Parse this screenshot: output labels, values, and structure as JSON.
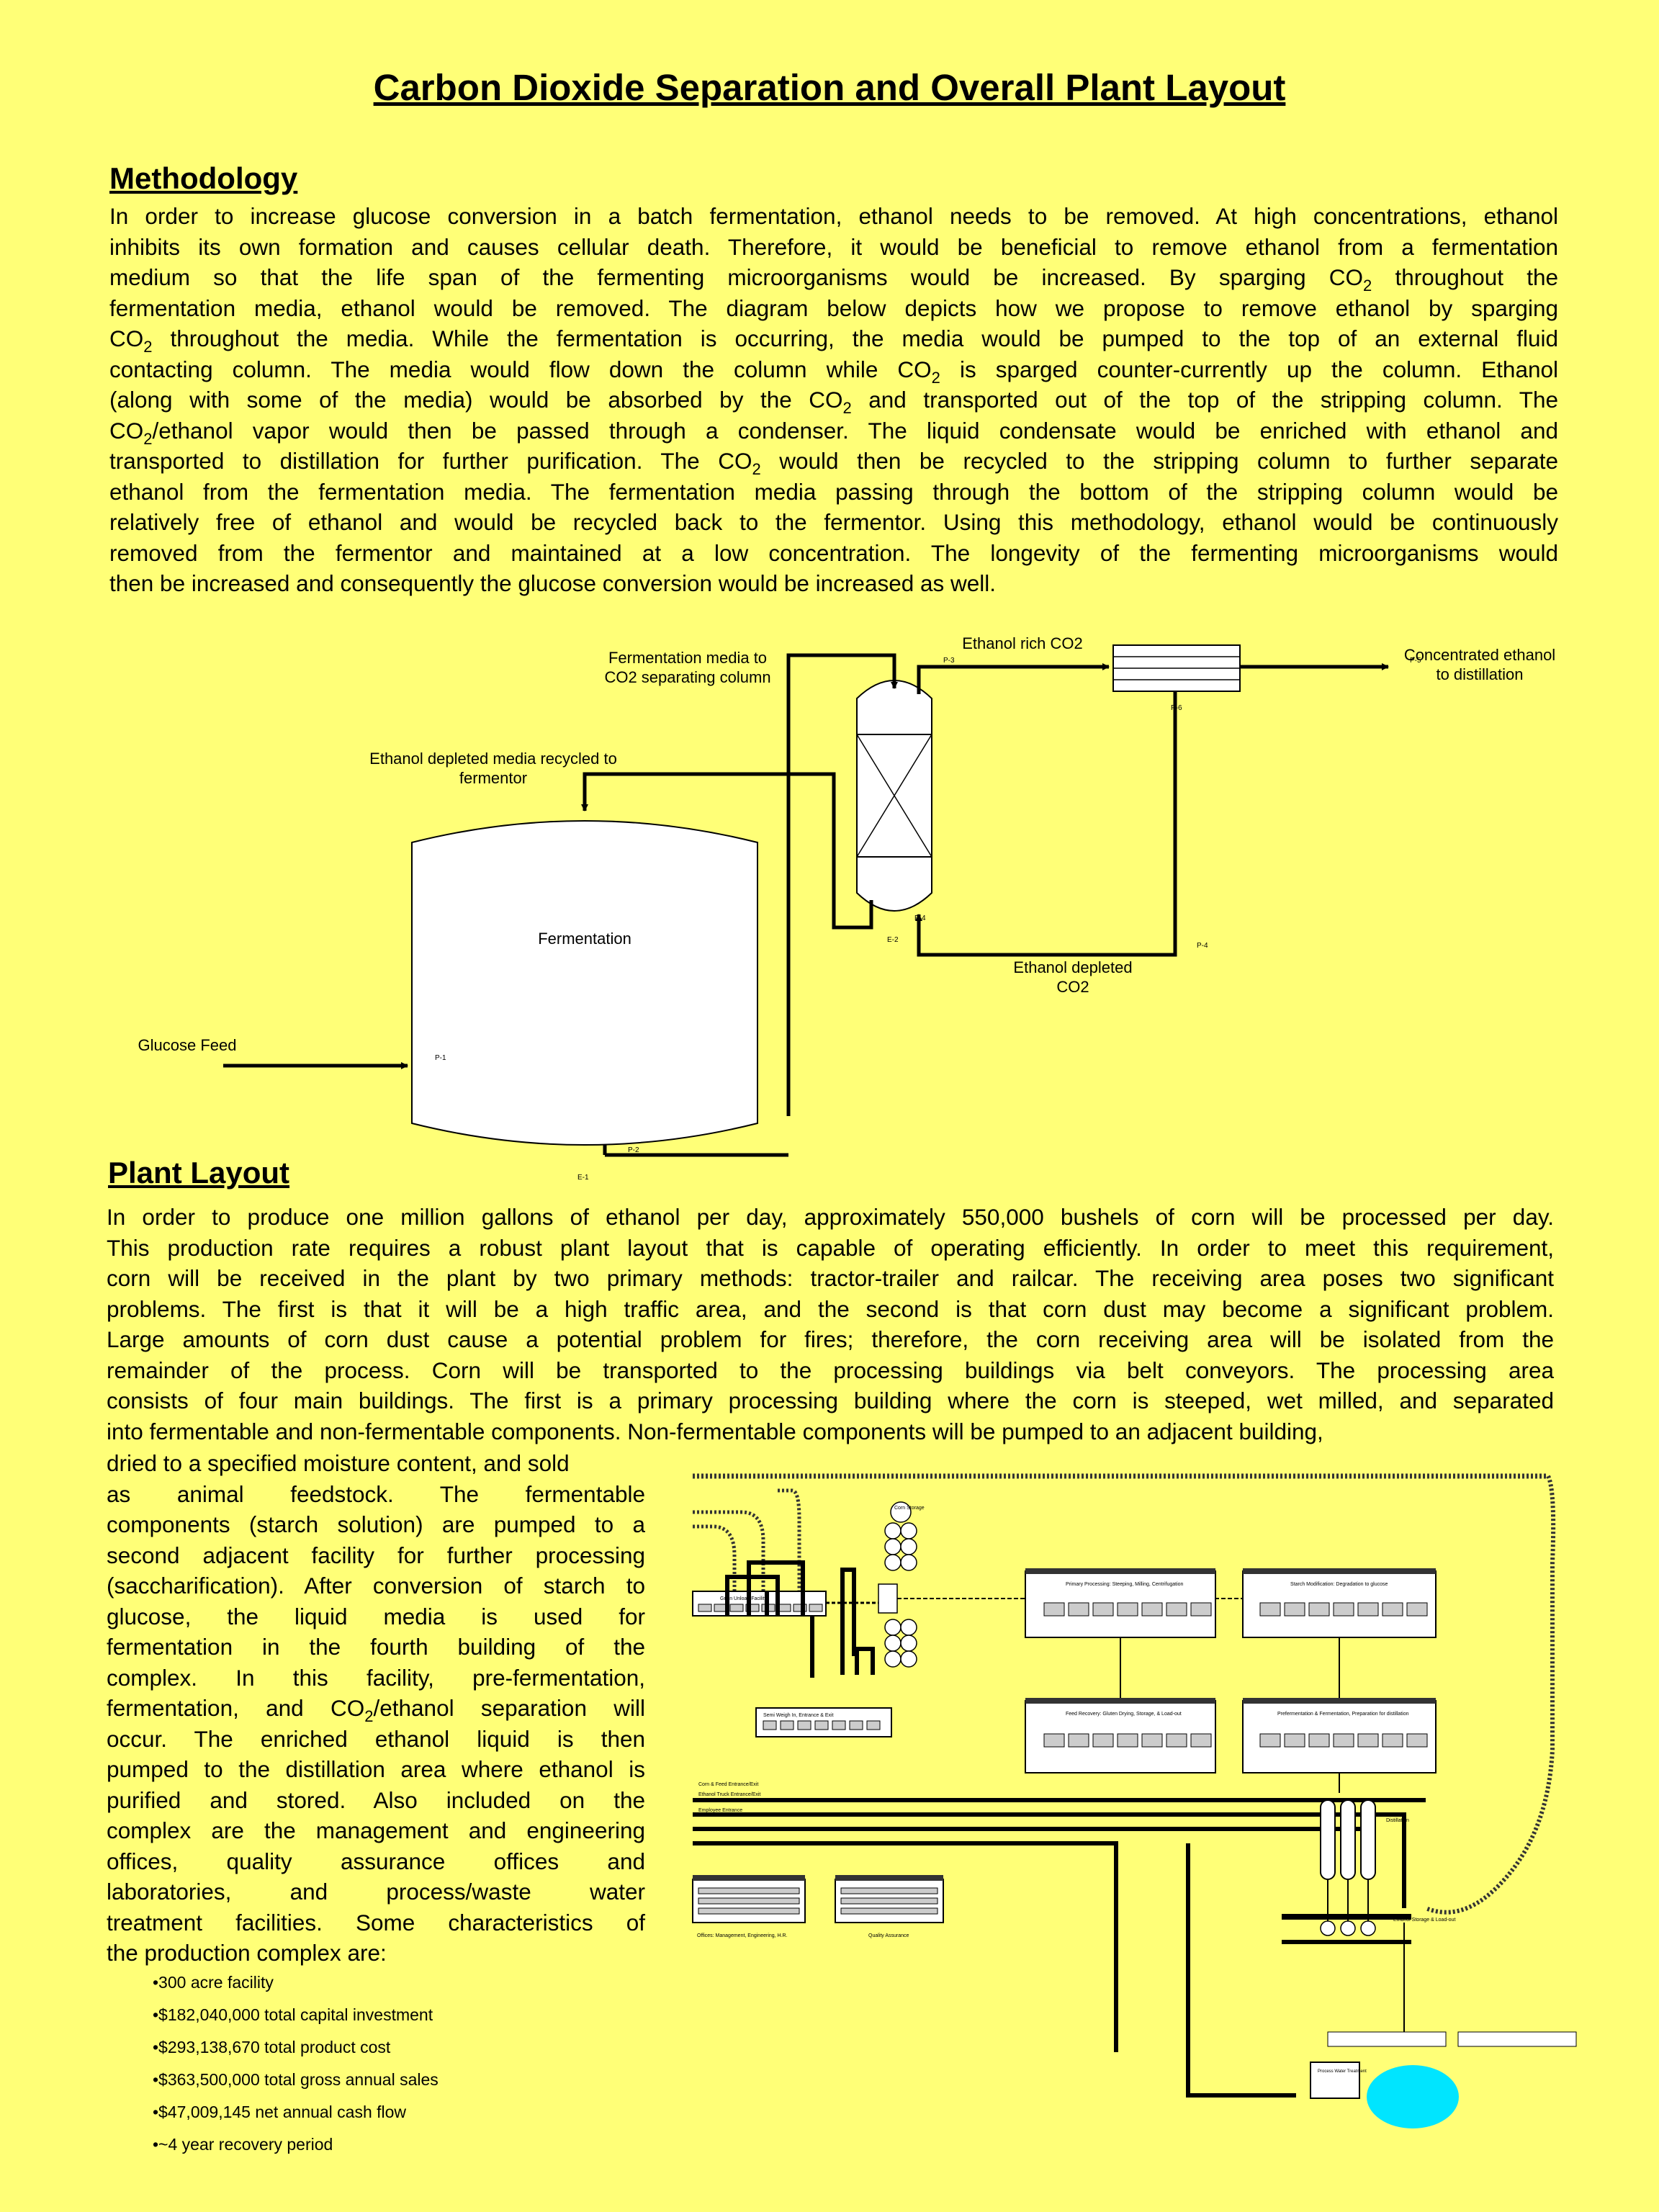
{
  "title": "Carbon Dioxide Separation and Overall Plant Layout",
  "methodology": {
    "heading": "Methodology",
    "lines": [
      "In order to increase glucose conversion in a batch fermentation, ethanol needs to be removed.  At high concentrations, ethanol",
      "inhibits its own formation and causes cellular death.  Therefore, it would be beneficial to remove ethanol from a fermentation",
      "medium so that the life span of the fermenting microorganisms would be increased.  By sparging CO",
      "fermentation media, ethanol would be removed.   The diagram below depicts how we propose to remove ethanol by sparging",
      "CO",
      "contacting column.  The media would flow down the column while CO",
      "(along with some of the media) would be absorbed by the CO",
      "CO",
      "transported to distillation for further purification.  The CO",
      "ethanol from the fermentation media.  The fermentation media passing through the bottom of the stripping column would be",
      "relatively free of ethanol and would be recycled back to the fermentor.  Using this methodology, ethanol would be continuously",
      "removed from the fermentor and maintained at a low concentration.   The longevity of the fermenting microorganisms would",
      "then be increased and consequently the glucose conversion would be increased as well."
    ],
    "line3_tail": " throughout the",
    "line5_tail": " throughout the media.  While the fermentation is occurring, the media would be pumped to the top of an external fluid",
    "line6_tail": " is sparged counter-currently up the column.  Ethanol",
    "line7_tail": " and transported out of the top of the stripping column.  The",
    "line8_tail": "/ethanol vapor would then be passed through a condenser.  The liquid condensate would be enriched with ethanol and",
    "line9_tail": " would then be recycled to the stripping column to further separate",
    "subscript": "2"
  },
  "diagram": {
    "label_media_to_column": "Fermentation media to CO2 separating column",
    "label_ethanol_rich": "Ethanol rich CO2",
    "label_concentrated": "Concentrated ethanol to distillation",
    "label_depleted_media": "Ethanol depleted media recycled to fermentor",
    "label_fermentation": "Fermentation",
    "label_depleted_co2": "Ethanol depleted CO2",
    "label_glucose_feed": "Glucose Feed",
    "stream_tags": [
      "P-3",
      "P-5",
      "P-6",
      "P-4",
      "P-2",
      "P-1",
      "E-2",
      "E-1",
      "P-4"
    ]
  },
  "plant_layout": {
    "heading": "Plant Layout",
    "full_lines": [
      "In order to produce one million gallons of ethanol per day, approximately 550,000 bushels of corn will be processed per day.",
      "This production rate requires a robust plant layout that is capable of operating efficiently.  In order to meet this requirement,",
      "corn will be received in the plant by two primary methods:  tractor-trailer and railcar.  The receiving area poses two significant",
      "problems.  The first is that it will be a high traffic area, and the second is that corn dust may become a significant problem.",
      "Large amounts of corn dust cause a potential problem for fires; therefore, the corn receiving area will be isolated from the",
      "remainder of the process.  Corn will be transported to the processing buildings via belt conveyors.  The processing area",
      "consists of four main buildings.  The first is a primary processing building where the corn is steeped, wet milled, and separated",
      "into fermentable and non-fermentable components.   Non-fermentable components will be pumped to an adjacent building,"
    ],
    "narrow_lines": [
      "dried to a specified moisture content, and sold",
      "as animal feedstock.   The fermentable",
      "components (starch solution) are pumped to a",
      "second adjacent facility for further processing",
      "(saccharification).  After conversion of starch to",
      "glucose, the liquid media is used for",
      "fermentation in the fourth building of the",
      "complex.  In this facility, pre-fermentation,",
      "fermentation, and CO",
      "occur.  The enriched ethanol liquid is then",
      "pumped to the distillation area where ethanol is",
      "purified and stored.  Also included on the",
      "complex are the management and engineering",
      "offices, quality assurance offices and",
      "laboratories, and process/waste water",
      "treatment facilities.  Some characteristics of",
      "the production complex are:"
    ],
    "narrow_line9_tail": "/ethanol separation will",
    "bullets": [
      "•300 acre facility",
      "•$182,040,000 total capital investment",
      "•$293,138,670 total product cost",
      "•$363,500,000 total gross annual sales",
      "•$47,009,145 net annual cash flow",
      "•~4 year recovery period"
    ]
  },
  "site_map": {
    "labels": {
      "grain_unload": "Grain Unload Facility",
      "corn_storage": "Corn Storage",
      "primary": "Primary Processing:  Steeping, Milling, Centrifugation",
      "starch": "Starch Modification:  Degradation to glucose",
      "feed_recovery": "Feed Recovery:  Gluten Drying, Storage, & Load-out",
      "prefermentation": "Prefermentation & Fermentation, Preparation for distillation",
      "semi_weigh": "Semi Weigh In, Entrance & Exit",
      "corn_feed": "Corn & Feed Entrance/Exit",
      "ethanol_truck": "Ethanol Truck Entrance/Exit",
      "employee": "Employee Entrance",
      "distillation": "Distillation",
      "ethanol_storage": "Ethanol Storage & Load-out",
      "offices": "Offices:  Management, Engineering, H.R.",
      "quality": "Quality Assurance",
      "process_water": "Process Water Treatment"
    }
  },
  "colors": {
    "background": "#ffff77",
    "pond": "#00e5ff"
  }
}
